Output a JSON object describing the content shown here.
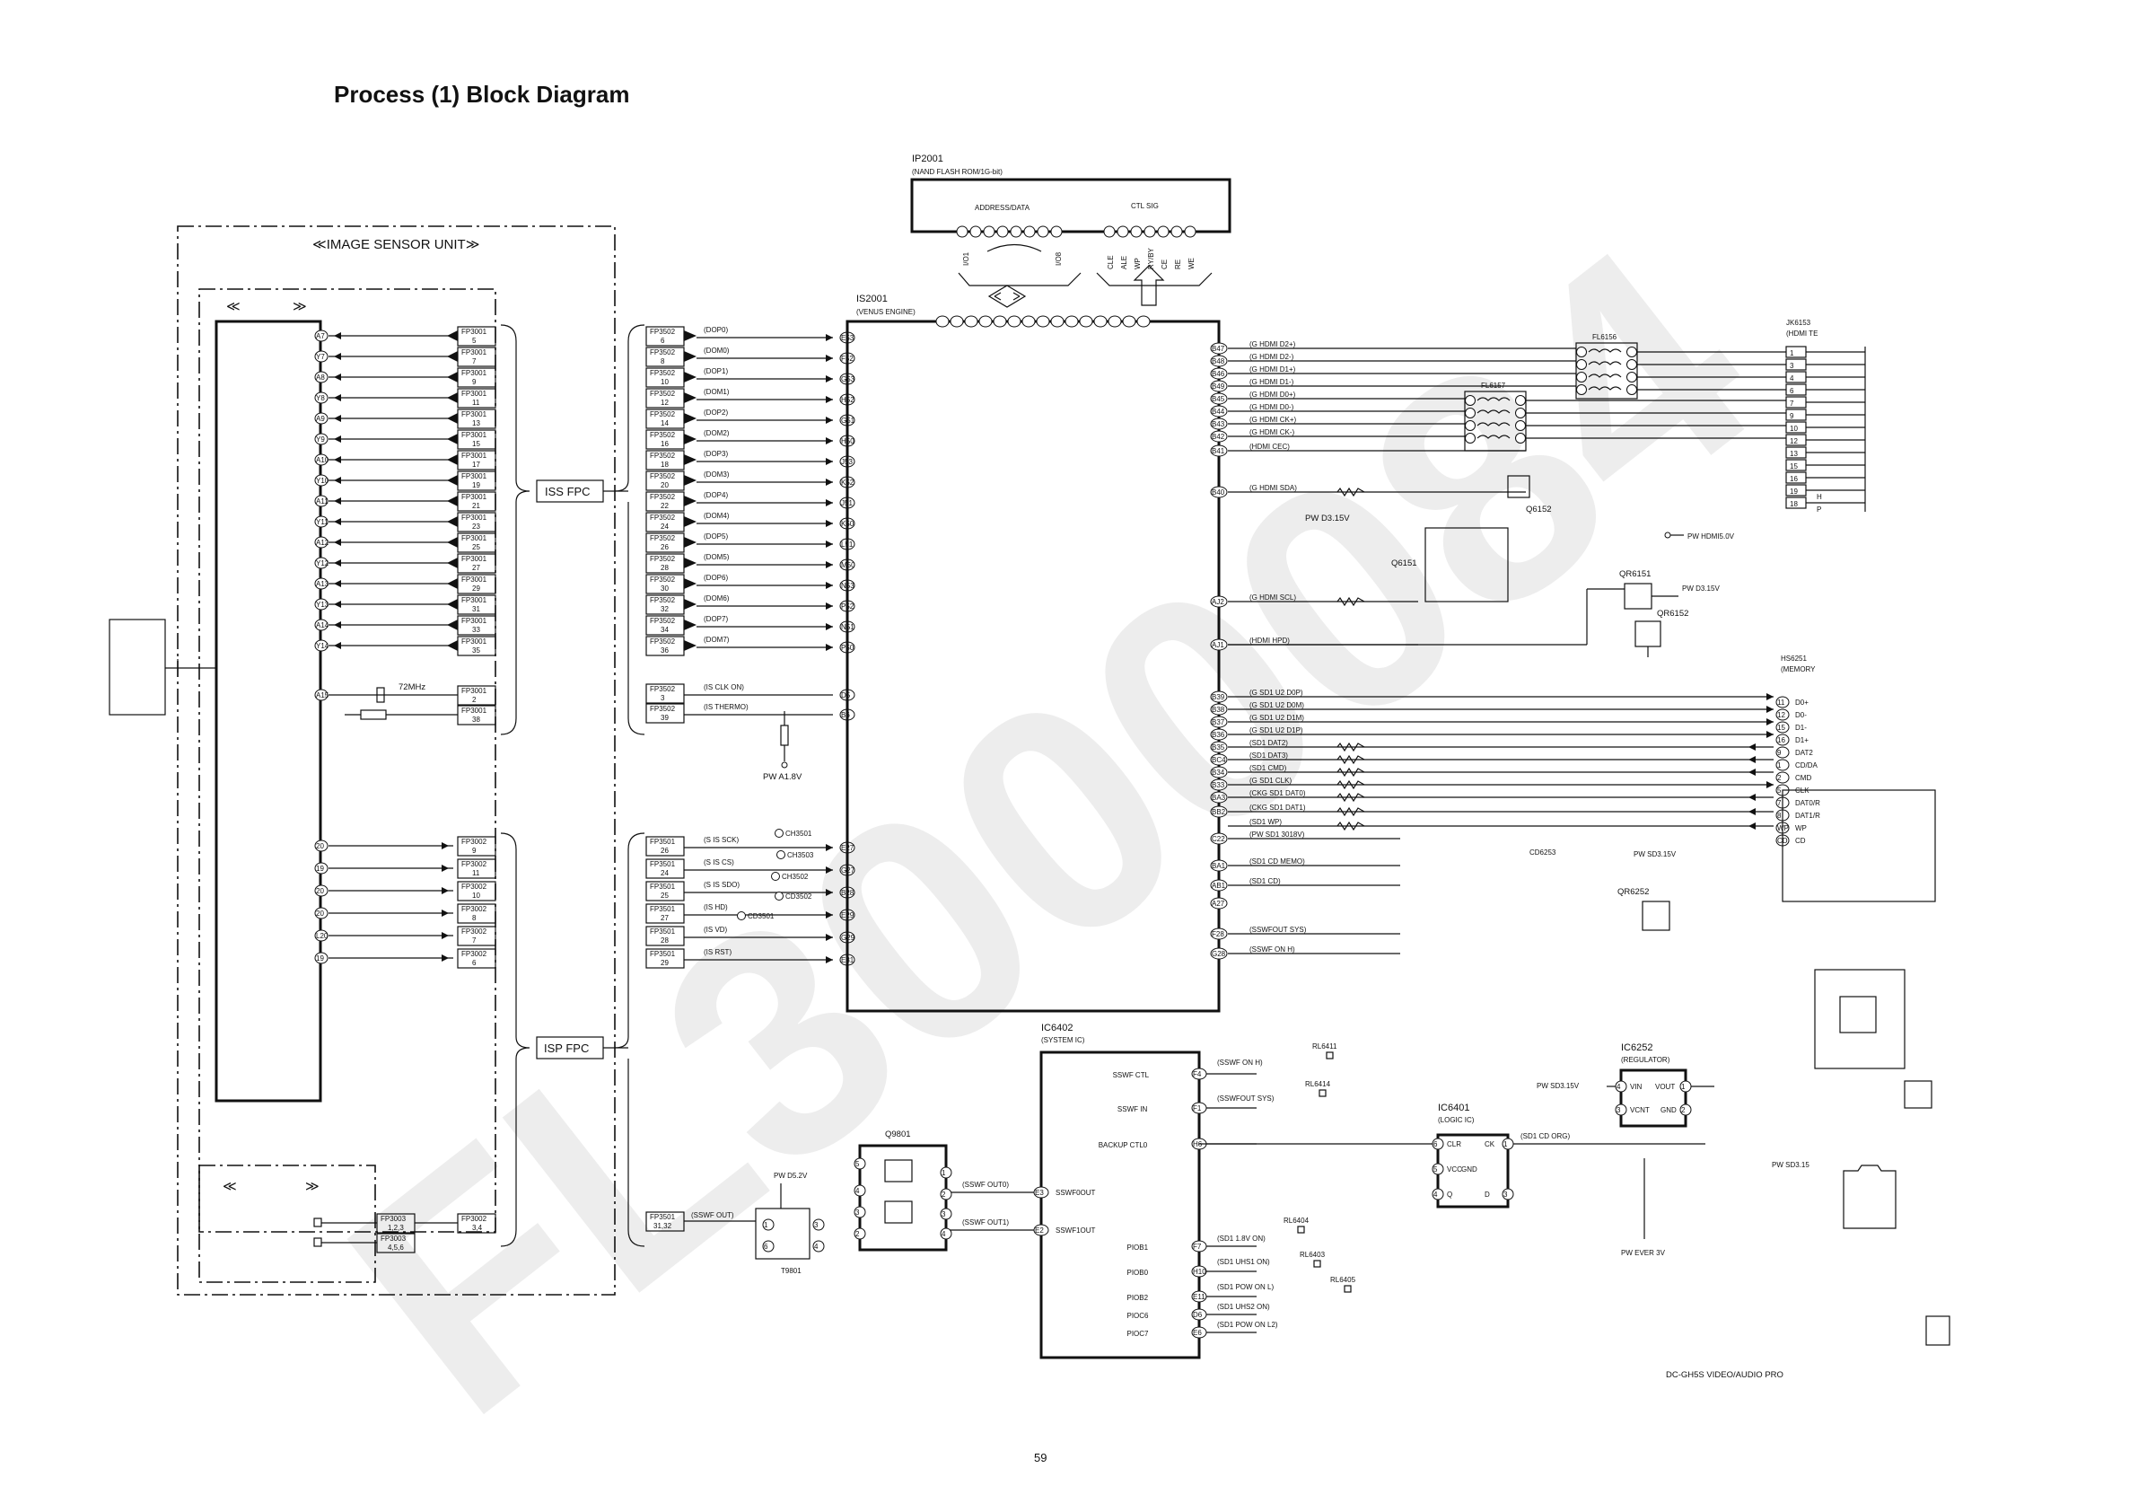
{
  "title": "Process (1) Block Diagram",
  "page_number": "59",
  "footer": "DC-GH5S  VIDEO/AUDIO PRO",
  "watermark": "FL3000084",
  "image_sensor": {
    "unit_label": "≪IMAGE SENSOR UNIT≫",
    "inner_left": "≪",
    "inner_right": "≫",
    "iss_fpc": "ISS FPC",
    "isp_fpc": "ISP FPC",
    "crystal": "72MHz",
    "left_pins": [
      "A7",
      "Y7",
      "A8",
      "Y8",
      "A9",
      "Y9",
      "A10",
      "Y10",
      "A11",
      "Y11",
      "A12",
      "Y12",
      "A13",
      "Y13",
      "A14",
      "Y14",
      "A15",
      "Y15"
    ],
    "fp3001_pins": [
      "5",
      "7",
      "9",
      "11",
      "13",
      "15",
      "17",
      "19",
      "21",
      "23",
      "25",
      "27",
      "29",
      "31",
      "33",
      "35"
    ],
    "fp3001_label": "FP3001",
    "clk_pins": [
      "2",
      "38"
    ],
    "lower_pins": [
      "20",
      "19",
      "20",
      "20",
      "L20",
      "19"
    ],
    "fp3002_label": "FP3002",
    "fp3002_pins": [
      "9",
      "11",
      "10",
      "8",
      "7",
      "6"
    ],
    "sub_left": "≪",
    "sub_right": "≫",
    "fp3003_label": "FP3003",
    "fp3003_pins": [
      "1,2,3",
      "4,5,6"
    ],
    "fp3002_sub_pin": "3,4"
  },
  "fp3502": {
    "label": "FP3502",
    "pins": [
      "6",
      "8",
      "10",
      "12",
      "14",
      "16",
      "18",
      "20",
      "22",
      "24",
      "26",
      "28",
      "30",
      "32",
      "34",
      "36"
    ],
    "signals": [
      "(DOP0)",
      "(DOM0)",
      "(DOP1)",
      "(DOM1)",
      "(DOP2)",
      "(DOM2)",
      "(DOP3)",
      "(DOM3)",
      "(DOP4)",
      "(DOM4)",
      "(DOP5)",
      "(DOM5)",
      "(DOP6)",
      "(DOM6)",
      "(DOP7)",
      "(DOM7)"
    ],
    "is_pins": [
      "E53",
      "F52",
      "G53",
      "H52",
      "G51",
      "H50",
      "J53",
      "K52",
      "J51",
      "K50",
      "L51",
      "M50",
      "N53",
      "P52",
      "N51",
      "P50"
    ],
    "clk_pins": [
      "3",
      "39"
    ],
    "clk_signals": [
      "(IS CLK ON)",
      "(IS THERMO)"
    ],
    "clk_is_pins": [
      "D5",
      "B6"
    ],
    "pw_a18": "PW A1.8V"
  },
  "fp3501": {
    "label": "FP3501",
    "pins": [
      "26",
      "24",
      "25",
      "27",
      "28",
      "29"
    ],
    "signals": [
      "(S IS SCK)",
      "(S IS CS)",
      "(S IS SDO)",
      "(IS HD)",
      "(IS VD)",
      "(IS RST)"
    ],
    "is_pins": [
      "E27",
      "G27",
      "B28",
      "E29",
      "G29",
      "E31"
    ],
    "test_points": [
      "CH3501",
      "CH3503",
      "CH3502",
      "CD3502",
      "CD3501"
    ],
    "sswf_pins": "31,32",
    "sswf_signal": "(SSWF OUT)"
  },
  "ip2001": {
    "ref": "IP2001",
    "desc": "(NAND FLASH ROM/1G-bit)",
    "addr_label": "ADDRESS/DATA",
    "ctl_label": "CTL SIG",
    "io_left": "I/O1",
    "io_right": "I/O8",
    "ctl_signals": [
      "CLE",
      "ALE",
      "WP",
      "RY/BY",
      "CE",
      "RE",
      "WE"
    ]
  },
  "is2001": {
    "ref": "IS2001",
    "desc": "(VENUS ENGINE)",
    "right_pins": [
      "B47",
      "B48",
      "B46",
      "B49",
      "B45",
      "B44",
      "B43",
      "B42",
      "B41",
      "B40",
      "AJ2",
      "AJ1",
      "B39",
      "B38",
      "B37",
      "B36",
      "B35",
      "BC4",
      "B34",
      "B33",
      "BA3",
      "BB2",
      "C22",
      "BA1",
      "AB1",
      "A27",
      "F28",
      "G28"
    ]
  },
  "hdmi": {
    "signals": [
      "(G HDMI D2+)",
      "(G HDMI D2-)",
      "(G HDMI D1+)",
      "(G HDMI D1-)",
      "(G HDMI D0+)",
      "(G HDMI D0-)",
      "(G HDMI CK+)",
      "(G HDMI CK-)",
      "(HDMI CEC)",
      "(G HDMI SDA)",
      "(G HDMI SCL)",
      "(HDMI HPD)"
    ],
    "fl6156": "FL6156",
    "fl6157": "FL6157",
    "jk_ref": "JK6153",
    "jk_desc": "(HDMI TE",
    "jk_pins": [
      "1",
      "3",
      "4",
      "6",
      "7",
      "9",
      "10",
      "12",
      "13",
      "15",
      "16",
      "19",
      "18"
    ],
    "jk_tail": [
      "H",
      "P"
    ],
    "q6151": "Q6151",
    "q6152": "Q6152",
    "qr6151": "QR6151",
    "qr6152": "QR6152",
    "pw_d315": "PW D3.15V",
    "pw_hdmi": "PW HDMI5.0V"
  },
  "sd": {
    "signals": [
      "(G SD1 U2 D0P)",
      "(G SD1 U2 D0M)",
      "(G SD1 U2 D1M)",
      "(G SD1 U2 D1P)",
      "(SD1 DAT2)",
      "(SD1 DAT3)",
      "(SD1 CMD)",
      "(G SD1 CLK)",
      "(CKG SD1 DAT0)",
      "(CKG SD1 DAT1)",
      "(SD1 WP)",
      "(PW SD1 3018V)",
      "(SD1 CD MEMO)",
      "(SD1 CD)",
      "(SSWFOUT SYS)",
      "(SSWF ON H)"
    ],
    "hs_ref": "HS6251",
    "hs_desc": "(MEMORY",
    "hs_pins": [
      "11",
      "12",
      "15",
      "16",
      "9",
      "1",
      "2",
      "5",
      "7",
      "8",
      "WP",
      "CD"
    ],
    "hs_labels": [
      "D0+",
      "D0-",
      "D1-",
      "D1+",
      "DAT2",
      "CD/DA",
      "CMD",
      "CLK",
      "DAT0/R",
      "DAT1/R",
      "WP",
      "CD"
    ],
    "cd6253": "CD6253",
    "pw_sd315": "PW SD3.15V",
    "qr6252": "QR6252",
    "pw_sd315b": "PW SD3.15"
  },
  "ic6402": {
    "ref": "IC6402",
    "desc": "(SYSTEM IC)",
    "pins_left": [
      "SSWF CTL",
      "SSWF IN",
      "BACKUP CTL0",
      "PIOB1",
      "PIOB0",
      "PIOB2",
      "PIOC6",
      "PIOC7"
    ],
    "pin_ids": [
      "F4",
      "F1",
      "H6",
      "F7",
      "H10",
      "E11",
      "D6",
      "E6"
    ],
    "out_labels": [
      "SSWF0OUT",
      "SSWF1OUT"
    ],
    "out_pins": [
      "E3",
      "E2"
    ],
    "signals": [
      "(SSWF ON H)",
      "(SSWFOUT SYS)",
      "(SD1 1.8V ON)",
      "(SD1 UHS1 ON)",
      "(SD1 POW ON L)",
      "(SD1 UHS2 ON)",
      "(SD1 POW ON L2)"
    ],
    "rl": [
      "RL6411",
      "RL6414",
      "RL6404",
      "RL6403",
      "RL6405"
    ]
  },
  "ic6401": {
    "ref": "IC6401",
    "desc": "(LOGIC IC)",
    "pins": [
      "CLR",
      "VCC",
      "GND",
      "CK",
      "Q",
      "D"
    ],
    "signal": "(SD1 CD ORG)"
  },
  "ic6252": {
    "ref": "IC6252",
    "desc": "(REGULATOR)",
    "pins": [
      "VIN",
      "VOUT",
      "VCNT",
      "GND"
    ],
    "pw_in": "PW SD3.15V",
    "pw_ever": "PW EVER 3V"
  },
  "q9801": {
    "ref": "Q9801",
    "pw": "PW D5.2V",
    "t9801": "T9801",
    "signals": [
      "(SSWF OUT0)",
      "(SSWF OUT1)"
    ]
  }
}
